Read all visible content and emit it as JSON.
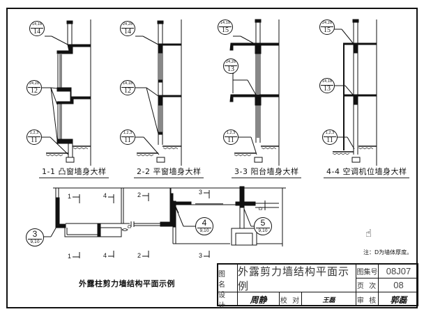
{
  "sections": [
    {
      "id": "1-1",
      "caption": "1-1 凸窗墙身大样",
      "callouts": [
        {
          "ref": "14,18",
          "num": "14"
        },
        {
          "ref": "24,28",
          "num": "12"
        },
        {
          "ref": "1,2,3",
          "num": "11"
        }
      ]
    },
    {
      "id": "2-2",
      "caption": "2-2 平窗墙身大样",
      "callouts": [
        {
          "ref": "24,28",
          "num": "14"
        },
        {
          "ref": "14,18",
          "num": "12"
        },
        {
          "ref": "1,2,3",
          "num": "11"
        }
      ]
    },
    {
      "id": "3-3",
      "caption": "3-3 阳台墙身大样",
      "callouts": [
        {
          "ref": "14,18",
          "num": "15"
        },
        {
          "ref": "24,28",
          "num": "13"
        },
        {
          "ref": "1,2,3",
          "num": "11"
        }
      ]
    },
    {
      "id": "4-4",
      "caption": "4-4 空调机位墙身大样",
      "callouts": [
        {
          "ref": "24,28",
          "num": "15"
        },
        {
          "ref": "14,18",
          "num": "13"
        },
        {
          "ref": "1,2,3",
          "num": "11"
        }
      ]
    }
  ],
  "plan": {
    "title": "外露柱剪力墙结构平面示例",
    "section_marks": [
      "1",
      "4",
      "2",
      "3"
    ],
    "detail_bubbles": [
      {
        "num": "3",
        "ref": "9,10"
      },
      {
        "num": "4",
        "ref": "9,10"
      },
      {
        "num": "5",
        "ref": "9,10"
      }
    ],
    "dim_label": "D"
  },
  "note": "注：D为墙体厚度。",
  "title_block": {
    "name_label": "图 名",
    "name": "外露剪力墙结构平面示例",
    "atlas_label": "图集号",
    "atlas": "08J07",
    "page_label": "页 次",
    "page": "08",
    "design_label": "设 计",
    "design_sig": "周静",
    "check_label": "校 对",
    "check_sig": "王磊",
    "review_label": "审 核",
    "review_sig": "郭磊"
  }
}
